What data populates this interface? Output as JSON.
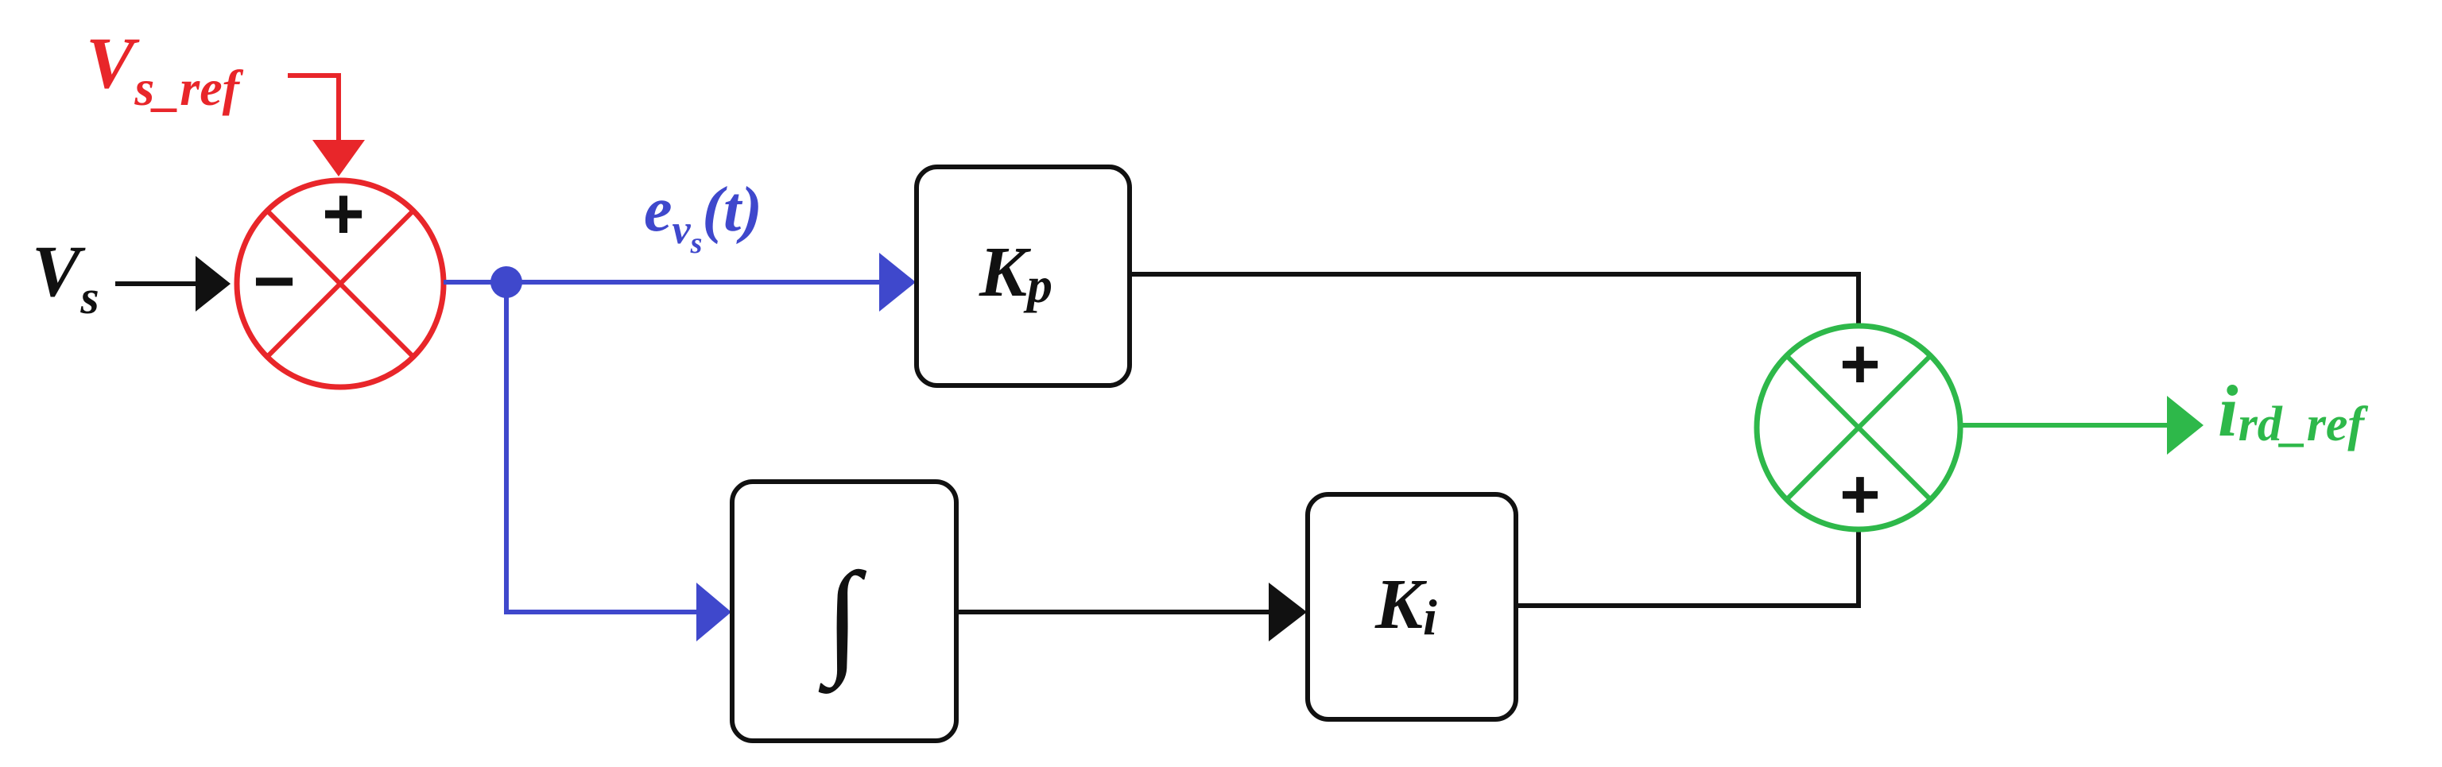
{
  "colors": {
    "black": "#111111",
    "red": "#e8262a",
    "blue": "#3f48cc",
    "green": "#2eb84a",
    "block_fill": "#ffffff"
  },
  "inputs": {
    "vs": {
      "main": "V",
      "sub": "s"
    },
    "vs_ref": {
      "main": "V",
      "sub": "s_ref"
    }
  },
  "summing_junction_1": {
    "plus": "+",
    "minus": "−"
  },
  "error_signal": {
    "main": "e",
    "sub": "v",
    "subsub": "s",
    "suffix": "(t)"
  },
  "blocks": {
    "kp": {
      "main": "K",
      "sub": "p"
    },
    "integrator": {
      "symbol": "∫"
    },
    "ki": {
      "main": "K",
      "sub": "i"
    }
  },
  "summing_junction_2": {
    "plus_top": "+",
    "plus_bottom": "+"
  },
  "output": {
    "main": "i",
    "sub": "rd_ref"
  }
}
